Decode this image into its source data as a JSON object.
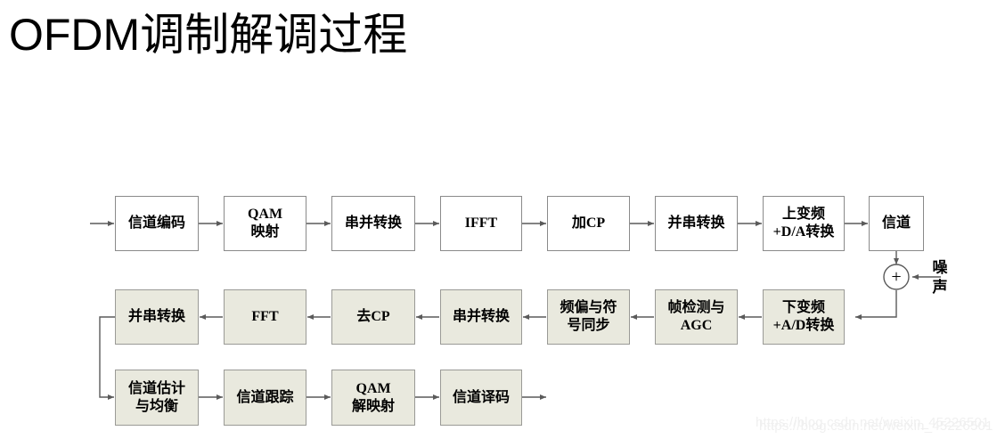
{
  "page": {
    "title": "OFDM调制解调过程",
    "watermark": "https://blog.csdn.net/weixin_45226501",
    "colors": {
      "background": "#ffffff",
      "block_fill_white": "#ffffff",
      "block_fill_shaded": "#e9e9de",
      "block_border": "#8a8a8a",
      "wire": "#5a5a5a",
      "text": "#000000",
      "watermark": "#f0f0f0"
    }
  },
  "diagram": {
    "type": "block-diagram",
    "title": "OFDM调制解调过程",
    "transmitter_chain": [
      {
        "id": "channel-coding",
        "line1": "信道编码",
        "line2": "",
        "fill": "white"
      },
      {
        "id": "qam-mapping",
        "line1": "QAM",
        "line2": "映射",
        "fill": "white"
      },
      {
        "id": "serial-to-parallel-tx",
        "line1": "串并转换",
        "line2": "",
        "fill": "white"
      },
      {
        "id": "ifft",
        "line1": "IFFT",
        "line2": "",
        "fill": "white"
      },
      {
        "id": "add-cp",
        "line1": "加CP",
        "line2": "",
        "fill": "white"
      },
      {
        "id": "parallel-to-serial-tx",
        "line1": "并串转换",
        "line2": "",
        "fill": "white"
      },
      {
        "id": "up-convert-da",
        "line1": "上变频",
        "line2": "+D/A转换",
        "fill": "white"
      },
      {
        "id": "channel",
        "line1": "信道",
        "line2": "",
        "fill": "white"
      }
    ],
    "receiver_chain": [
      {
        "id": "down-convert-ad",
        "line1": "下变频",
        "line2": "+A/D转换",
        "fill": "shaded"
      },
      {
        "id": "frame-detect-agc",
        "line1": "帧检测与",
        "line2": "AGC",
        "fill": "shaded"
      },
      {
        "id": "freq-offset-sync",
        "line1": "频偏与符",
        "line2": "号同步",
        "fill": "shaded"
      },
      {
        "id": "serial-to-parallel-rx",
        "line1": "串并转换",
        "line2": "",
        "fill": "shaded"
      },
      {
        "id": "remove-cp",
        "line1": "去CP",
        "line2": "",
        "fill": "shaded"
      },
      {
        "id": "fft",
        "line1": "FFT",
        "line2": "",
        "fill": "shaded"
      },
      {
        "id": "parallel-to-serial-rx",
        "line1": "并串转换",
        "line2": "",
        "fill": "shaded"
      }
    ],
    "decoding_chain": [
      {
        "id": "channel-estimation-eq",
        "line1": "信道估计",
        "line2": "与均衡",
        "fill": "shaded"
      },
      {
        "id": "channel-tracking",
        "line1": "信道跟踪",
        "line2": "",
        "fill": "shaded"
      },
      {
        "id": "qam-demapping",
        "line1": "QAM",
        "line2": "解映射",
        "fill": "shaded"
      },
      {
        "id": "channel-decoding",
        "line1": "信道译码",
        "line2": "",
        "fill": "shaded"
      }
    ],
    "summing_junction": {
      "id": "noise-adder",
      "symbol": "+",
      "noise_label_line1": "噪",
      "noise_label_line2": "声"
    }
  }
}
